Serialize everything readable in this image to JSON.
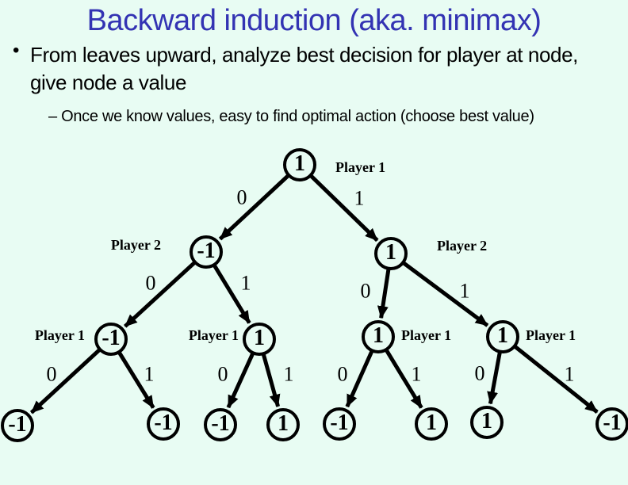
{
  "slide": {
    "title": "Backward induction (aka. minimax)",
    "bullet_glyph": "•",
    "bullet": "From leaves upward, analyze best decision for player at node, give node a value",
    "sub_bullet": "–  Once we know values, easy to find optimal action (choose best value)"
  },
  "colors": {
    "background": "#e8fcf3",
    "title_blue": "#3333b3",
    "ink": "#000000"
  },
  "tree": {
    "nodes": [
      {
        "id": "root",
        "value": "1",
        "player": "Player 1",
        "player_side": "right"
      },
      {
        "id": "n0",
        "value": "-1",
        "player": "Player 2",
        "player_side": "left"
      },
      {
        "id": "n1",
        "value": "1",
        "player": "Player 2",
        "player_side": "right"
      },
      {
        "id": "n00",
        "value": "-1",
        "player": "Player 1",
        "player_side": "left"
      },
      {
        "id": "n01",
        "value": "1",
        "player": "Player 1",
        "player_side": "left"
      },
      {
        "id": "n10",
        "value": "1",
        "player": "Player 1",
        "player_side": "right"
      },
      {
        "id": "n11",
        "value": "1",
        "player": "Player 1",
        "player_side": "right"
      },
      {
        "id": "l000",
        "value": "-1"
      },
      {
        "id": "l001",
        "value": "-1"
      },
      {
        "id": "l010",
        "value": "-1"
      },
      {
        "id": "l011",
        "value": "1"
      },
      {
        "id": "l100",
        "value": "-1"
      },
      {
        "id": "l101",
        "value": "1"
      },
      {
        "id": "l110",
        "value": "1"
      },
      {
        "id": "l111",
        "value": "-1"
      }
    ],
    "edges": [
      {
        "from": "root",
        "to": "n0",
        "label": "0"
      },
      {
        "from": "root",
        "to": "n1",
        "label": "1"
      },
      {
        "from": "n0",
        "to": "n00",
        "label": "0"
      },
      {
        "from": "n0",
        "to": "n01",
        "label": "1"
      },
      {
        "from": "n1",
        "to": "n10",
        "label": "0"
      },
      {
        "from": "n1",
        "to": "n11",
        "label": "1"
      },
      {
        "from": "n00",
        "to": "l000",
        "label": "0"
      },
      {
        "from": "n00",
        "to": "l001",
        "label": "1"
      },
      {
        "from": "n01",
        "to": "l010",
        "label": "0"
      },
      {
        "from": "n01",
        "to": "l011",
        "label": "1"
      },
      {
        "from": "n10",
        "to": "l100",
        "label": "0"
      },
      {
        "from": "n10",
        "to": "l101",
        "label": "1"
      },
      {
        "from": "n11",
        "to": "l110",
        "label": "0"
      },
      {
        "from": "n11",
        "to": "l111",
        "label": "1"
      }
    ]
  }
}
